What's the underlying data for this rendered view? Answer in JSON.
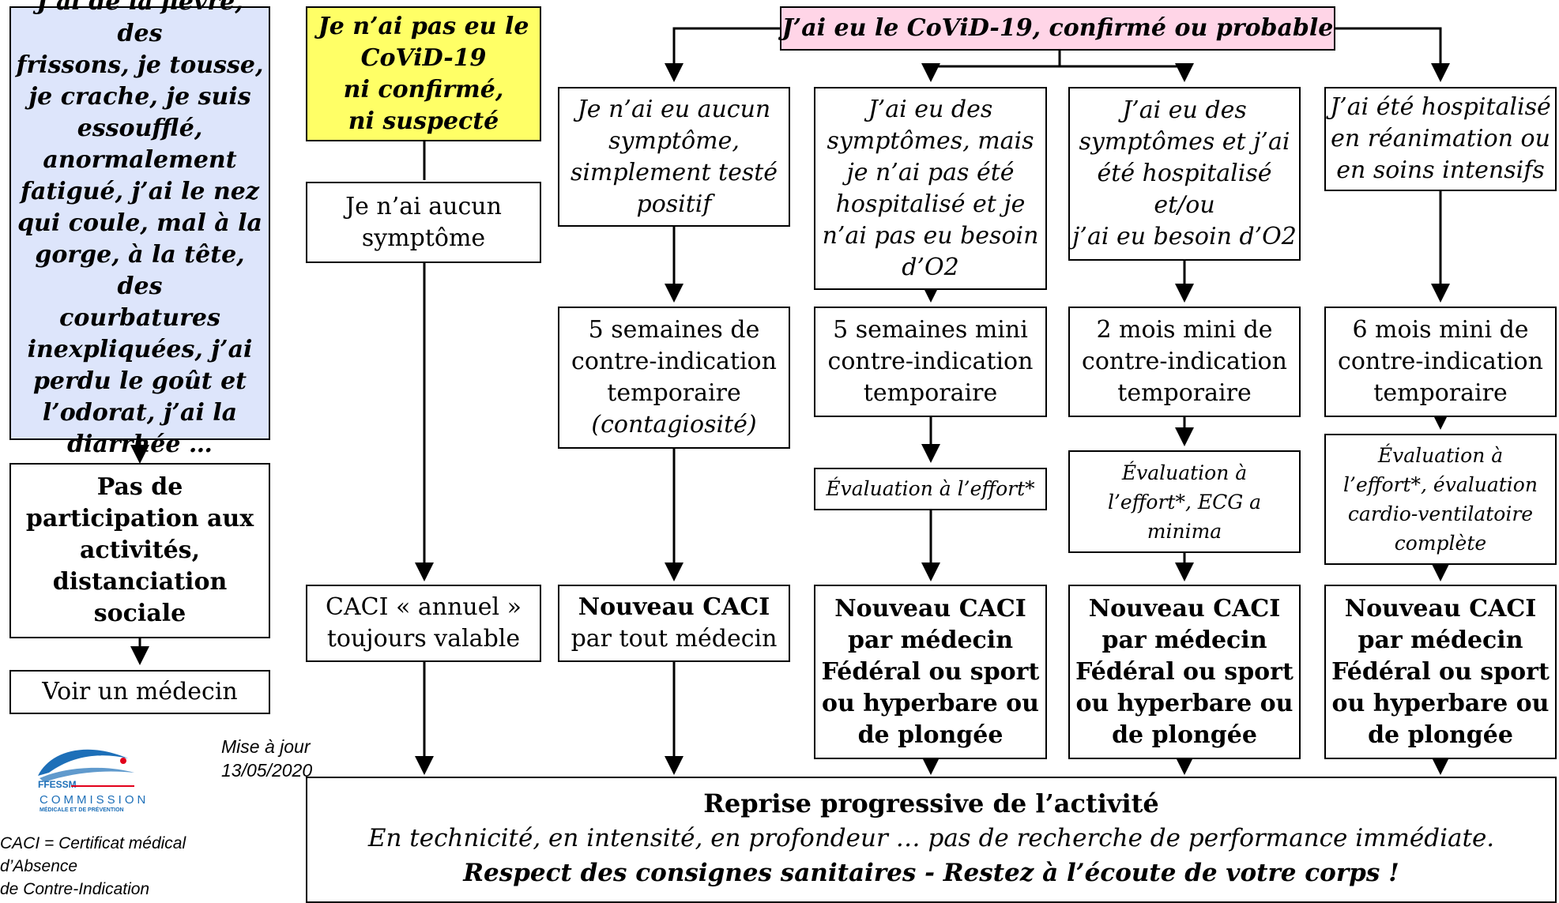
{
  "left": {
    "symptoms": [
      "J’ai de la fièvre, des",
      "frissons, je tousse,",
      "je crache, je suis",
      "essoufflé,",
      "anormalement",
      "fatigué, j’ai le nez",
      "qui coule, mal à la",
      "gorge, à la tête, des",
      "courbatures",
      "inexpliquées, j’ai",
      "perdu le goût et",
      "l’odorat, j’ai la",
      "diarrhée …"
    ],
    "no_participation": [
      "Pas de",
      "participation aux",
      "activités,",
      "distanciation",
      "sociale"
    ],
    "see_doctor": "Voir un médecin"
  },
  "no_covid": {
    "title": [
      "Je n’ai pas eu le",
      "CoViD-19",
      "ni confirmé,",
      "ni suspecté"
    ],
    "no_symptom": [
      "Je n’ai aucun",
      "symptôme"
    ],
    "caci": [
      "CACI « annuel »",
      "toujours valable"
    ]
  },
  "covid": {
    "title": "J’ai eu le CoViD-19, confirmé ou probable",
    "columns": [
      {
        "case": [
          "Je n’ai eu aucun",
          "symptôme,",
          "simplement testé",
          "positif"
        ],
        "ci": [
          "5 semaines de",
          "contre-indication",
          "temporaire"
        ],
        "ci_note": "(contagiosité)",
        "caci": [
          "Nouveau CACI"
        ],
        "caci_sub": "par tout médecin"
      },
      {
        "case": [
          "J’ai eu des",
          "symptômes, mais",
          "je n’ai pas été",
          "hospitalisé et je",
          "n’ai pas eu besoin",
          "d’O2"
        ],
        "ci": [
          "5 semaines mini",
          "contre-indication",
          "temporaire"
        ],
        "eval": [
          "Évaluation à l’effort*"
        ],
        "caci": [
          "Nouveau CACI",
          "par médecin",
          "Fédéral ou sport",
          "ou hyperbare ou",
          "de plongée"
        ]
      },
      {
        "case": [
          "J’ai eu des",
          "symptômes et j’ai",
          "été hospitalisé",
          "et/ou",
          "j’ai eu besoin d’O2"
        ],
        "ci": [
          "2 mois mini de",
          "contre-indication",
          "temporaire"
        ],
        "eval": [
          "Évaluation à",
          "l’effort*, ECG a",
          "minima"
        ],
        "caci": [
          "Nouveau CACI",
          "par médecin",
          "Fédéral ou sport",
          "ou hyperbare ou",
          "de plongée"
        ]
      },
      {
        "case": [
          "J’ai été hospitalisé",
          "en réanimation ou",
          "en soins intensifs"
        ],
        "ci": [
          "6 mois mini de",
          "contre-indication",
          "temporaire"
        ],
        "eval": [
          "Évaluation à",
          "l’effort*, évaluation",
          "cardio-ventilatoire",
          "complète"
        ],
        "caci": [
          "Nouveau CACI",
          "par médecin",
          "Fédéral ou sport",
          "ou hyperbare ou",
          "de plongée"
        ]
      }
    ]
  },
  "reprise": {
    "title": "Reprise progressive de l’activité",
    "line2": "En technicité, en intensité, en profondeur … pas de recherche de performance immédiate.",
    "line3": "Respect des consignes sanitaires - Restez à l’écoute de votre corps !"
  },
  "update": [
    "Mise à jour",
    "13/05/2020"
  ],
  "logo": {
    "brand": "FFESSM",
    "commission": "COMMISSION",
    "sub": "MÉDICALE ET DE PRÉVENTION"
  },
  "legend": [
    "CACI = Certificat médical",
    "d’Absence",
    "de Contre-Indication"
  ],
  "colors": {
    "symptoms_bg": "#dde5fb",
    "no_covid_bg": "#ffff66",
    "covid_title_bg": "#ffd5e7",
    "logo_blue": "#1d6fb8",
    "logo_red": "#e2001a"
  }
}
